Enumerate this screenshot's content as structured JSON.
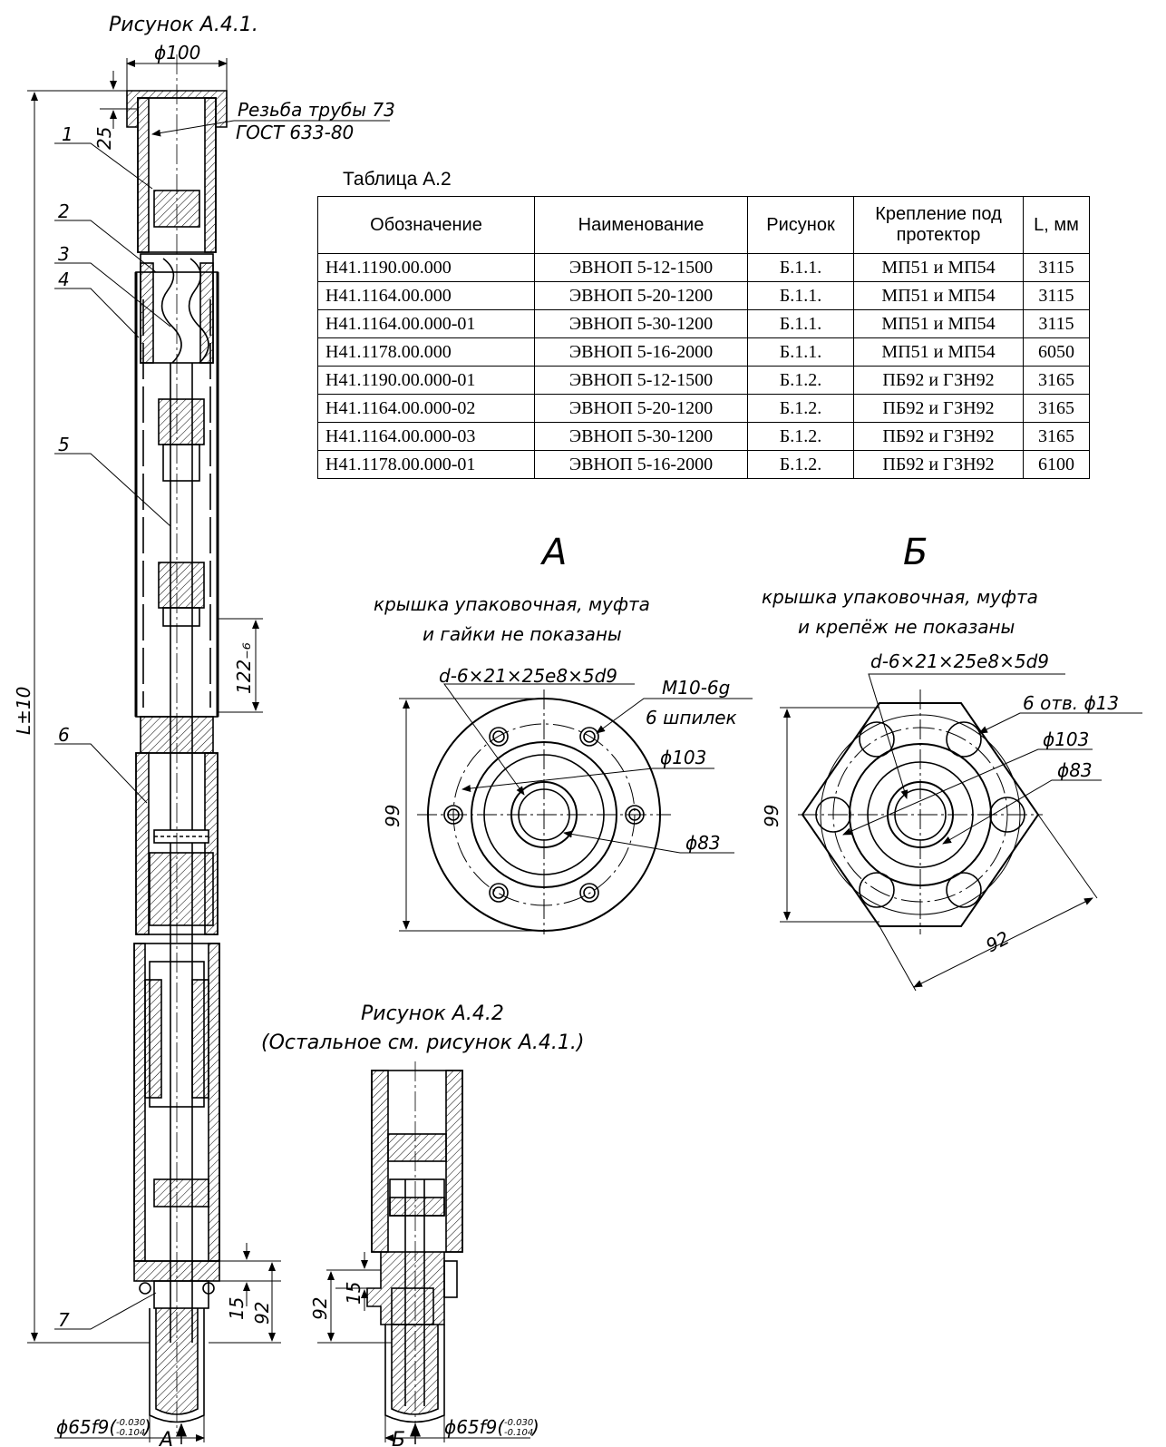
{
  "figure1": {
    "title": "Рисунок А.4.1.",
    "dim_top": "ϕ100",
    "thread_note_1": "Резьба трубы 73",
    "thread_note_2": "ГОСТ 633-80",
    "dim_25": "25",
    "dim_length": "L±10",
    "dim_122": "122₋₆",
    "dim_15": "15",
    "dim_92": "92",
    "dim_bottom": "ϕ65f9(",
    "tol_upper": "-0.030",
    "tol_lower": "-0.104",
    "tol_close": ")",
    "view_arrow": "А",
    "parts": [
      "1",
      "2",
      "3",
      "4",
      "5",
      "6",
      "7"
    ]
  },
  "figure2": {
    "title": "Рисунок А.4.2",
    "subtitle": "(Остальное см. рисунок А.4.1.)",
    "dim_15": "15",
    "dim_92": "92",
    "dim_bottom": "ϕ65f9(",
    "tol_upper": "-0.030",
    "tol_lower": "-0.104",
    "tol_close": ")",
    "view_arrow": "Б"
  },
  "view_a": {
    "letter": "А",
    "note_1": "крышка упаковочная, муфта",
    "note_2": "и гайки не показаны",
    "spline": "d-6×21×25e8×5d9",
    "stud_1": "М10-6g",
    "stud_2": "6 шпилек",
    "d103": "ϕ103",
    "d83": "ϕ83",
    "dim_99": "99"
  },
  "view_b": {
    "letter": "Б",
    "note_1": "крышка упаковочная, муфта",
    "note_2": "и крепёж не показаны",
    "spline": "d-6×21×25e8×5d9",
    "holes": "6 отв. ϕ13",
    "d103": "ϕ103",
    "d83": "ϕ83",
    "dim_99": "99",
    "dim_92": "92"
  },
  "table": {
    "caption": "Таблица А.2",
    "headers": [
      "Обозначение",
      "Наименование",
      "Рисунок",
      "Крепление под протектор",
      "L, мм"
    ],
    "rows": [
      [
        "Н41.1190.00.000",
        "ЭВНОП 5-12-1500",
        "Б.1.1.",
        "МП51 и МП54",
        "3115"
      ],
      [
        "Н41.1164.00.000",
        "ЭВНОП 5-20-1200",
        "Б.1.1.",
        "МП51 и МП54",
        "3115"
      ],
      [
        "Н41.1164.00.000-01",
        "ЭВНОП 5-30-1200",
        "Б.1.1.",
        "МП51 и МП54",
        "3115"
      ],
      [
        "Н41.1178.00.000",
        "ЭВНОП 5-16-2000",
        "Б.1.1.",
        "МП51 и МП54",
        "6050"
      ],
      [
        "Н41.1190.00.000-01",
        "ЭВНОП 5-12-1500",
        "Б.1.2.",
        "ПБ92 и ГЗН92",
        "3165"
      ],
      [
        "Н41.1164.00.000-02",
        "ЭВНОП 5-20-1200",
        "Б.1.2.",
        "ПБ92 и ГЗН92",
        "3165"
      ],
      [
        "Н41.1164.00.000-03",
        "ЭВНОП 5-30-1200",
        "Б.1.2.",
        "ПБ92 и ГЗН92",
        "3165"
      ],
      [
        "Н41.1178.00.000-01",
        "ЭВНОП 5-16-2000",
        "Б.1.2.",
        "ПБ92 и ГЗН92",
        "6100"
      ]
    ]
  }
}
